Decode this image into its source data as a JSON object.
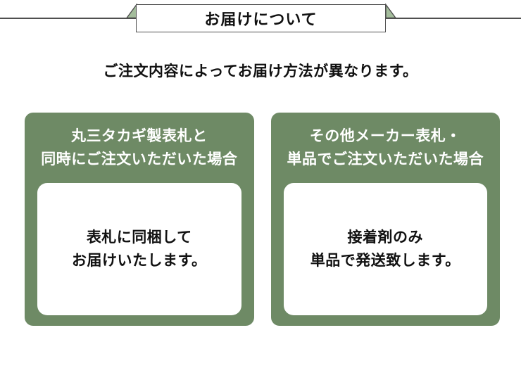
{
  "ribbon": {
    "title": "お届けについて"
  },
  "subtitle": "ご注文内容によってお届け方法が異なります。",
  "cards": [
    {
      "header": "丸三タカギ製表札と\n同時にご注文いただいた場合",
      "body": "表札に同梱して\nお届けいたします。"
    },
    {
      "header": "その他メーカー表札・\n単品でご注文いただいた場合",
      "body": "接着剤のみ\n単品で発送致します。"
    }
  ],
  "colors": {
    "card_green": "#6e8a65",
    "ribbon_fold_green": "#a4bd9c",
    "line_gray": "#4f4f4f",
    "text_black": "#111111",
    "text_white": "#ffffff"
  }
}
